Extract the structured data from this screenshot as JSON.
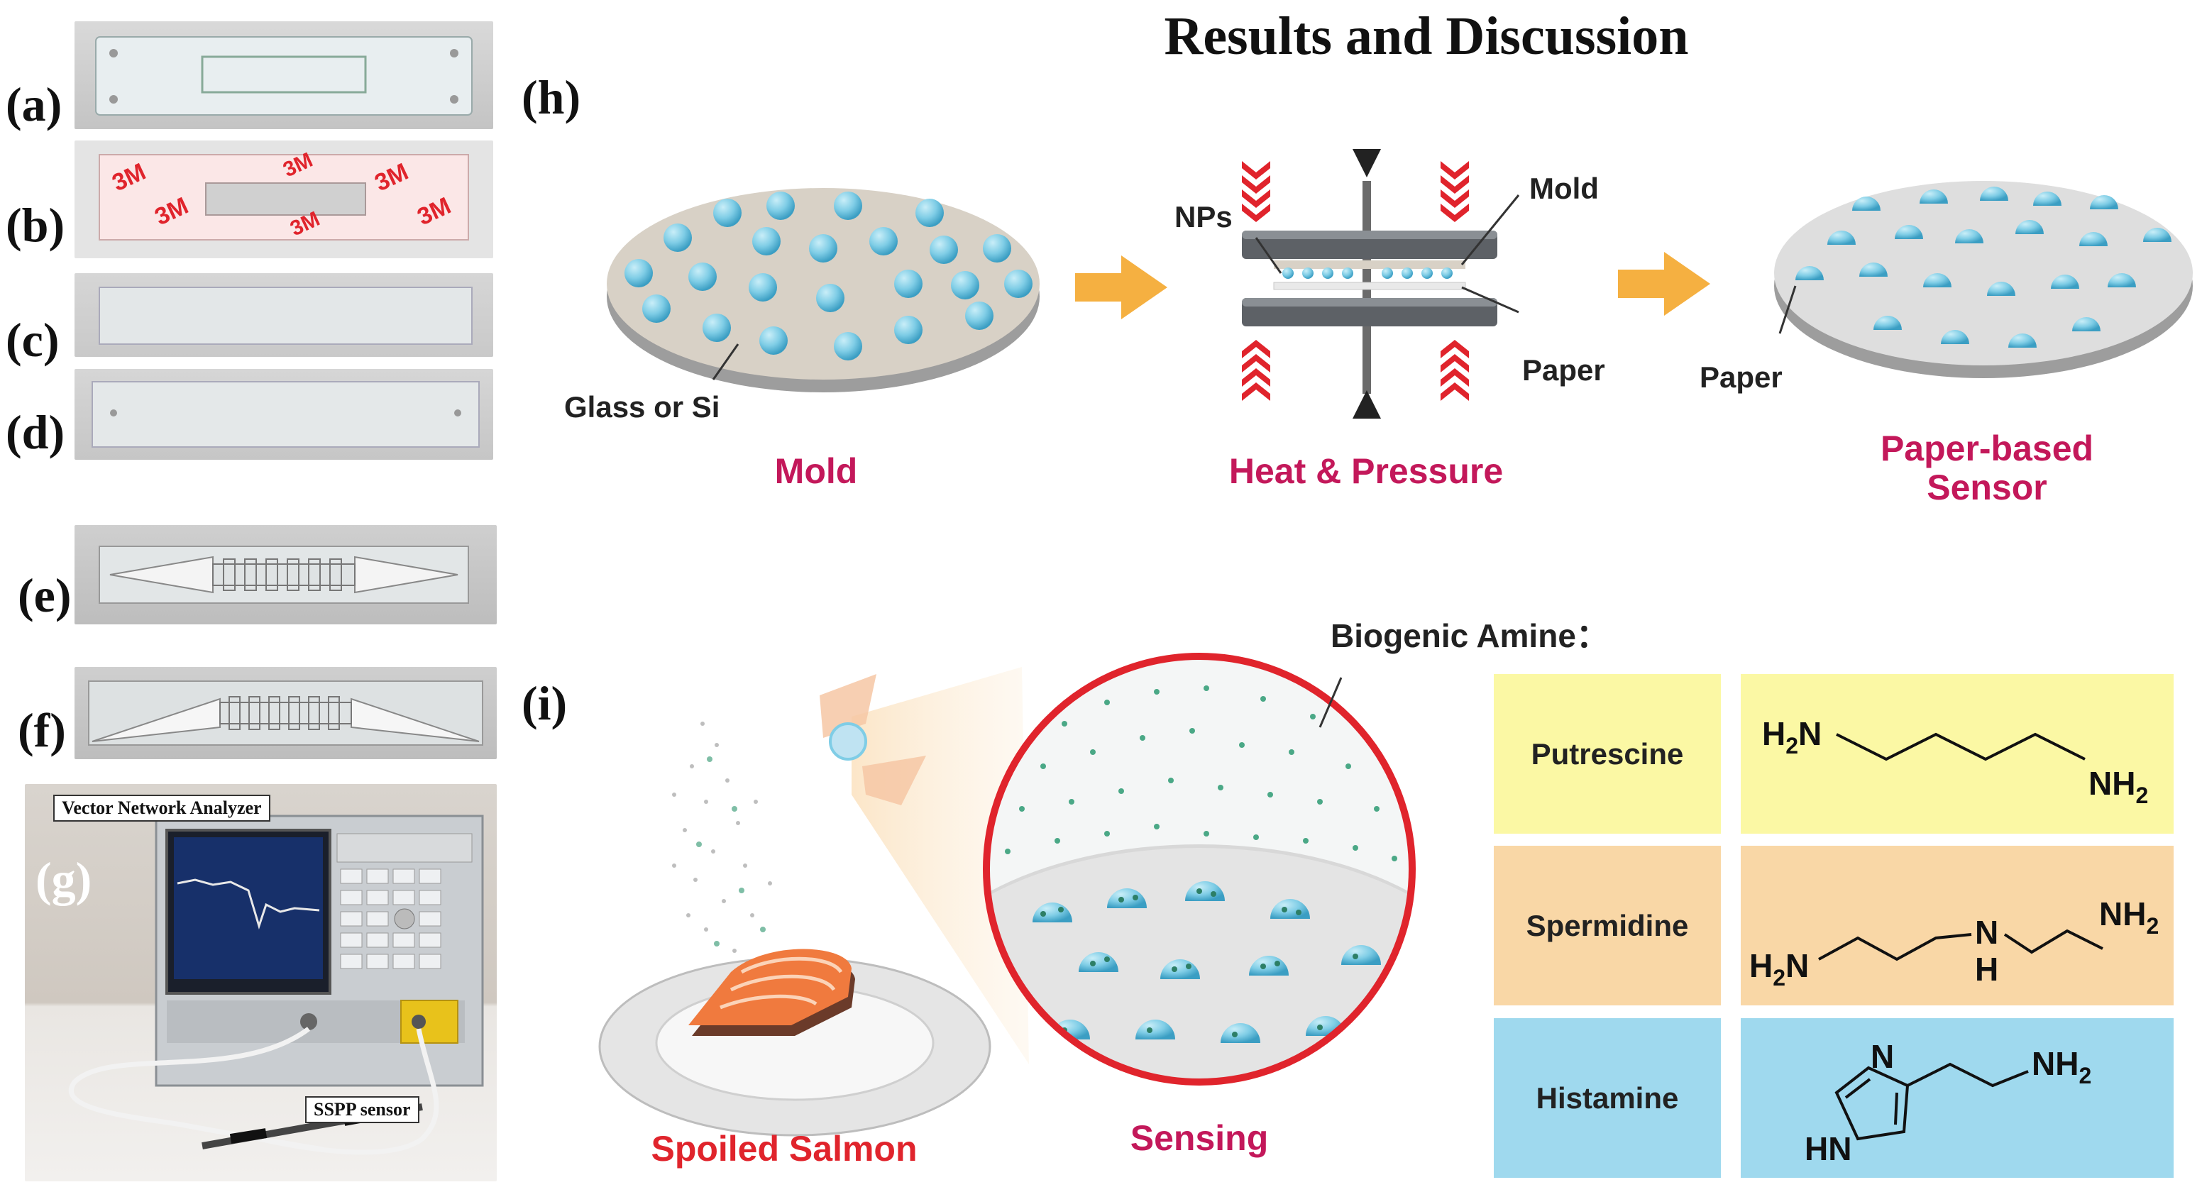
{
  "title": "Results and Discussion",
  "panel_labels": {
    "a": "(a)",
    "b": "(b)",
    "c": "(c)",
    "d": "(d)",
    "e": "(e)",
    "f": "(f)",
    "g": "(g)",
    "h": "(h)",
    "i": "(i)"
  },
  "panel_b": {
    "brand_mark": "3M"
  },
  "panel_g": {
    "vna_label": "Vector Network Analyzer",
    "sensor_label": "SSPP sensor"
  },
  "panel_h": {
    "glass_label": "Glass or Si",
    "mold_caption": "Mold",
    "nps_label": "NPs",
    "mold_label": "Mold",
    "paper_label": "Paper",
    "heat_caption": "Heat & Pressure",
    "paper_label_2": "Paper",
    "sensor_caption_line1": "Paper-based",
    "sensor_caption_line2": "Sensor"
  },
  "panel_i": {
    "biogenic_label": "Biogenic Amine：",
    "salmon_caption": "Spoiled Salmon",
    "sensing_caption": "Sensing",
    "amines": [
      {
        "name": "Putrescine",
        "color": "#fbf8a4",
        "formula_left": "H2N",
        "formula_right": "NH2"
      },
      {
        "name": "Spermidine",
        "color": "#f9d7a6",
        "formula_left": "H2N",
        "formula_mid": "N",
        "formula_mid_h": "H",
        "formula_right": "NH2"
      },
      {
        "name": "Histamine",
        "color": "#9fd9ee",
        "formula_n": "N",
        "formula_hn": "HN",
        "formula_right": "NH2"
      }
    ]
  },
  "colors": {
    "accent_pink": "#c3185a",
    "accent_red": "#e0242c",
    "particle_blue": "#7fcde6",
    "arrow_orange": "#f5b041"
  }
}
